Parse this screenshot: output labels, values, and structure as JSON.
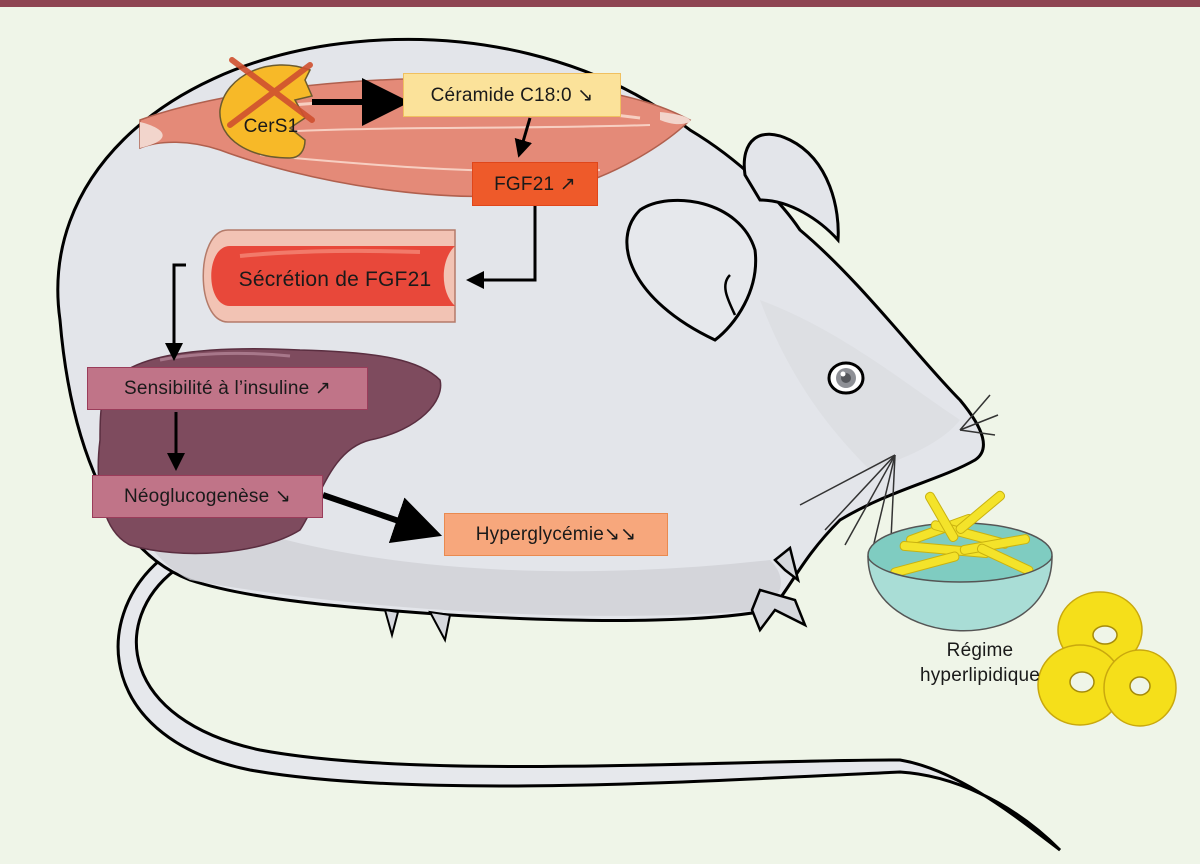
{
  "figure": {
    "type": "mechanism-diagram",
    "subject": "mouse"
  },
  "colors": {
    "top_bar": "#8e4552",
    "background": "#eff5e8",
    "mouse_body": "#e3e5ea",
    "muscle": "#e48a78",
    "enzyme": "#f7b928",
    "cross": "#d0502f",
    "ceramide_box": "#fbe29a",
    "fgf21_box": "#ee5a2a",
    "liver": "#7e4b5e",
    "liver_boxes": "#c07488",
    "hyperglycemia_box": "#f7a77c",
    "vessel": "#e8483a",
    "bowl": "#a9ddd6",
    "fries": "#f4e32a"
  },
  "labels": {
    "enzyme": "CerS1",
    "ceramide": "Céramide C18:0 ↘",
    "fgf21": "FGF21 ↗",
    "secretion": "Sécrétion de FGF21",
    "insulin_sensitivity": "Sensibilité à l’insuline ↗",
    "neoglucogenesis": "Néoglucogenèse ↘",
    "hyperglycemia": "Hyperglycémie↘↘",
    "diet_line1": "Régime",
    "diet_line2": "hyperlipidique"
  },
  "relations": [
    {
      "from": "CerS1",
      "to": "Céramide C18:0",
      "note": "CerS1 knocked out (crossed)"
    },
    {
      "from": "Céramide C18:0",
      "to": "FGF21"
    },
    {
      "from": "FGF21",
      "to": "Sécrétion de FGF21"
    },
    {
      "from": "Sécrétion de FGF21",
      "to": "Sensibilité à l’insuline"
    },
    {
      "from": "Sensibilité à l’insuline",
      "to": "Néoglucogenèse"
    },
    {
      "from": "Néoglucogenèse",
      "to": "Hyperglycémie"
    }
  ]
}
